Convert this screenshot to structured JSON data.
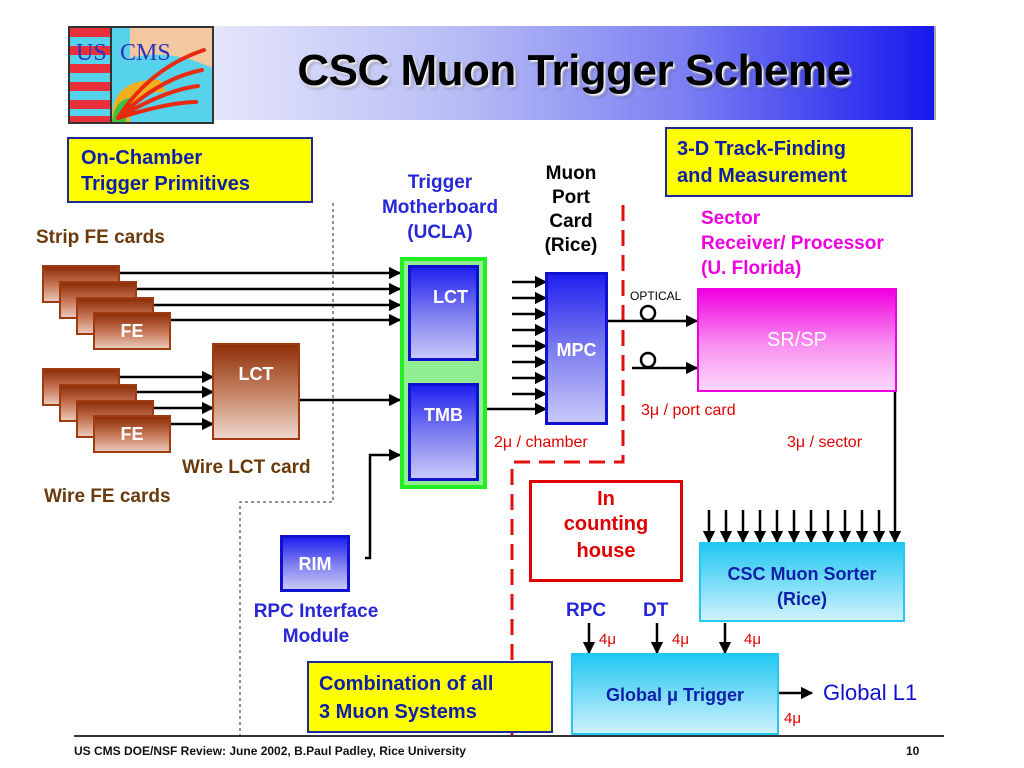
{
  "header": {
    "logo_text": "US CMS",
    "title": "CSC Muon Trigger Scheme"
  },
  "callouts": {
    "on_chamber": [
      "On-Chamber",
      "Trigger Primitives"
    ],
    "track_finding": [
      "3-D Track-Finding",
      "and Measurement"
    ],
    "combination": [
      "Combination of all",
      "3 Muon Systems"
    ],
    "counting_house": [
      "In",
      "counting",
      "house"
    ]
  },
  "labels": {
    "strip_fe_cards": "Strip FE cards",
    "wire_lct_card": "Wire LCT card",
    "wire_fe_cards": "Wire FE cards",
    "tmb_title": [
      "Trigger",
      "Motherboard",
      "(UCLA)"
    ],
    "mpc_title": [
      "Muon",
      "Port",
      "Card",
      "(Rice)"
    ],
    "srsp_title": [
      "Sector",
      "Receiver/ Processor",
      "(U. Florida)"
    ],
    "rim_title": [
      "RPC Interface",
      "Module"
    ],
    "optical": "OPTICAL",
    "rpc": "RPC",
    "dt": "DT",
    "global_l1": "Global L1"
  },
  "boxes": {
    "fe": "FE",
    "lct_wire": "LCT",
    "lct_tmb": "LCT",
    "tmb": "TMB",
    "mpc": "MPC",
    "srsp": "SR/SP",
    "rim": "RIM",
    "csc_sorter": [
      "CSC Muon Sorter",
      "(Rice)"
    ],
    "global_trigger": "Global μ Trigger"
  },
  "rates": {
    "per_chamber": "2μ  / chamber",
    "per_port_card": "3μ  / port card",
    "per_sector": "3μ  / sector",
    "rpc_in": "4μ",
    "dt_in": "4μ",
    "csc_in": "4μ",
    "global_out": "4μ"
  },
  "footer": {
    "text": "US CMS DOE/NSF Review:  June 2002, B.Paul Padley, Rice University",
    "page": "10"
  },
  "colors": {
    "title_gradient_end": "#1818ee",
    "callout_yellow": "#ffff00",
    "counting_house_red": "#e00000",
    "tmb_green": "#22ee22",
    "srsp_magenta": "#f000e0",
    "sorter_cyan": "#22c8f2"
  }
}
